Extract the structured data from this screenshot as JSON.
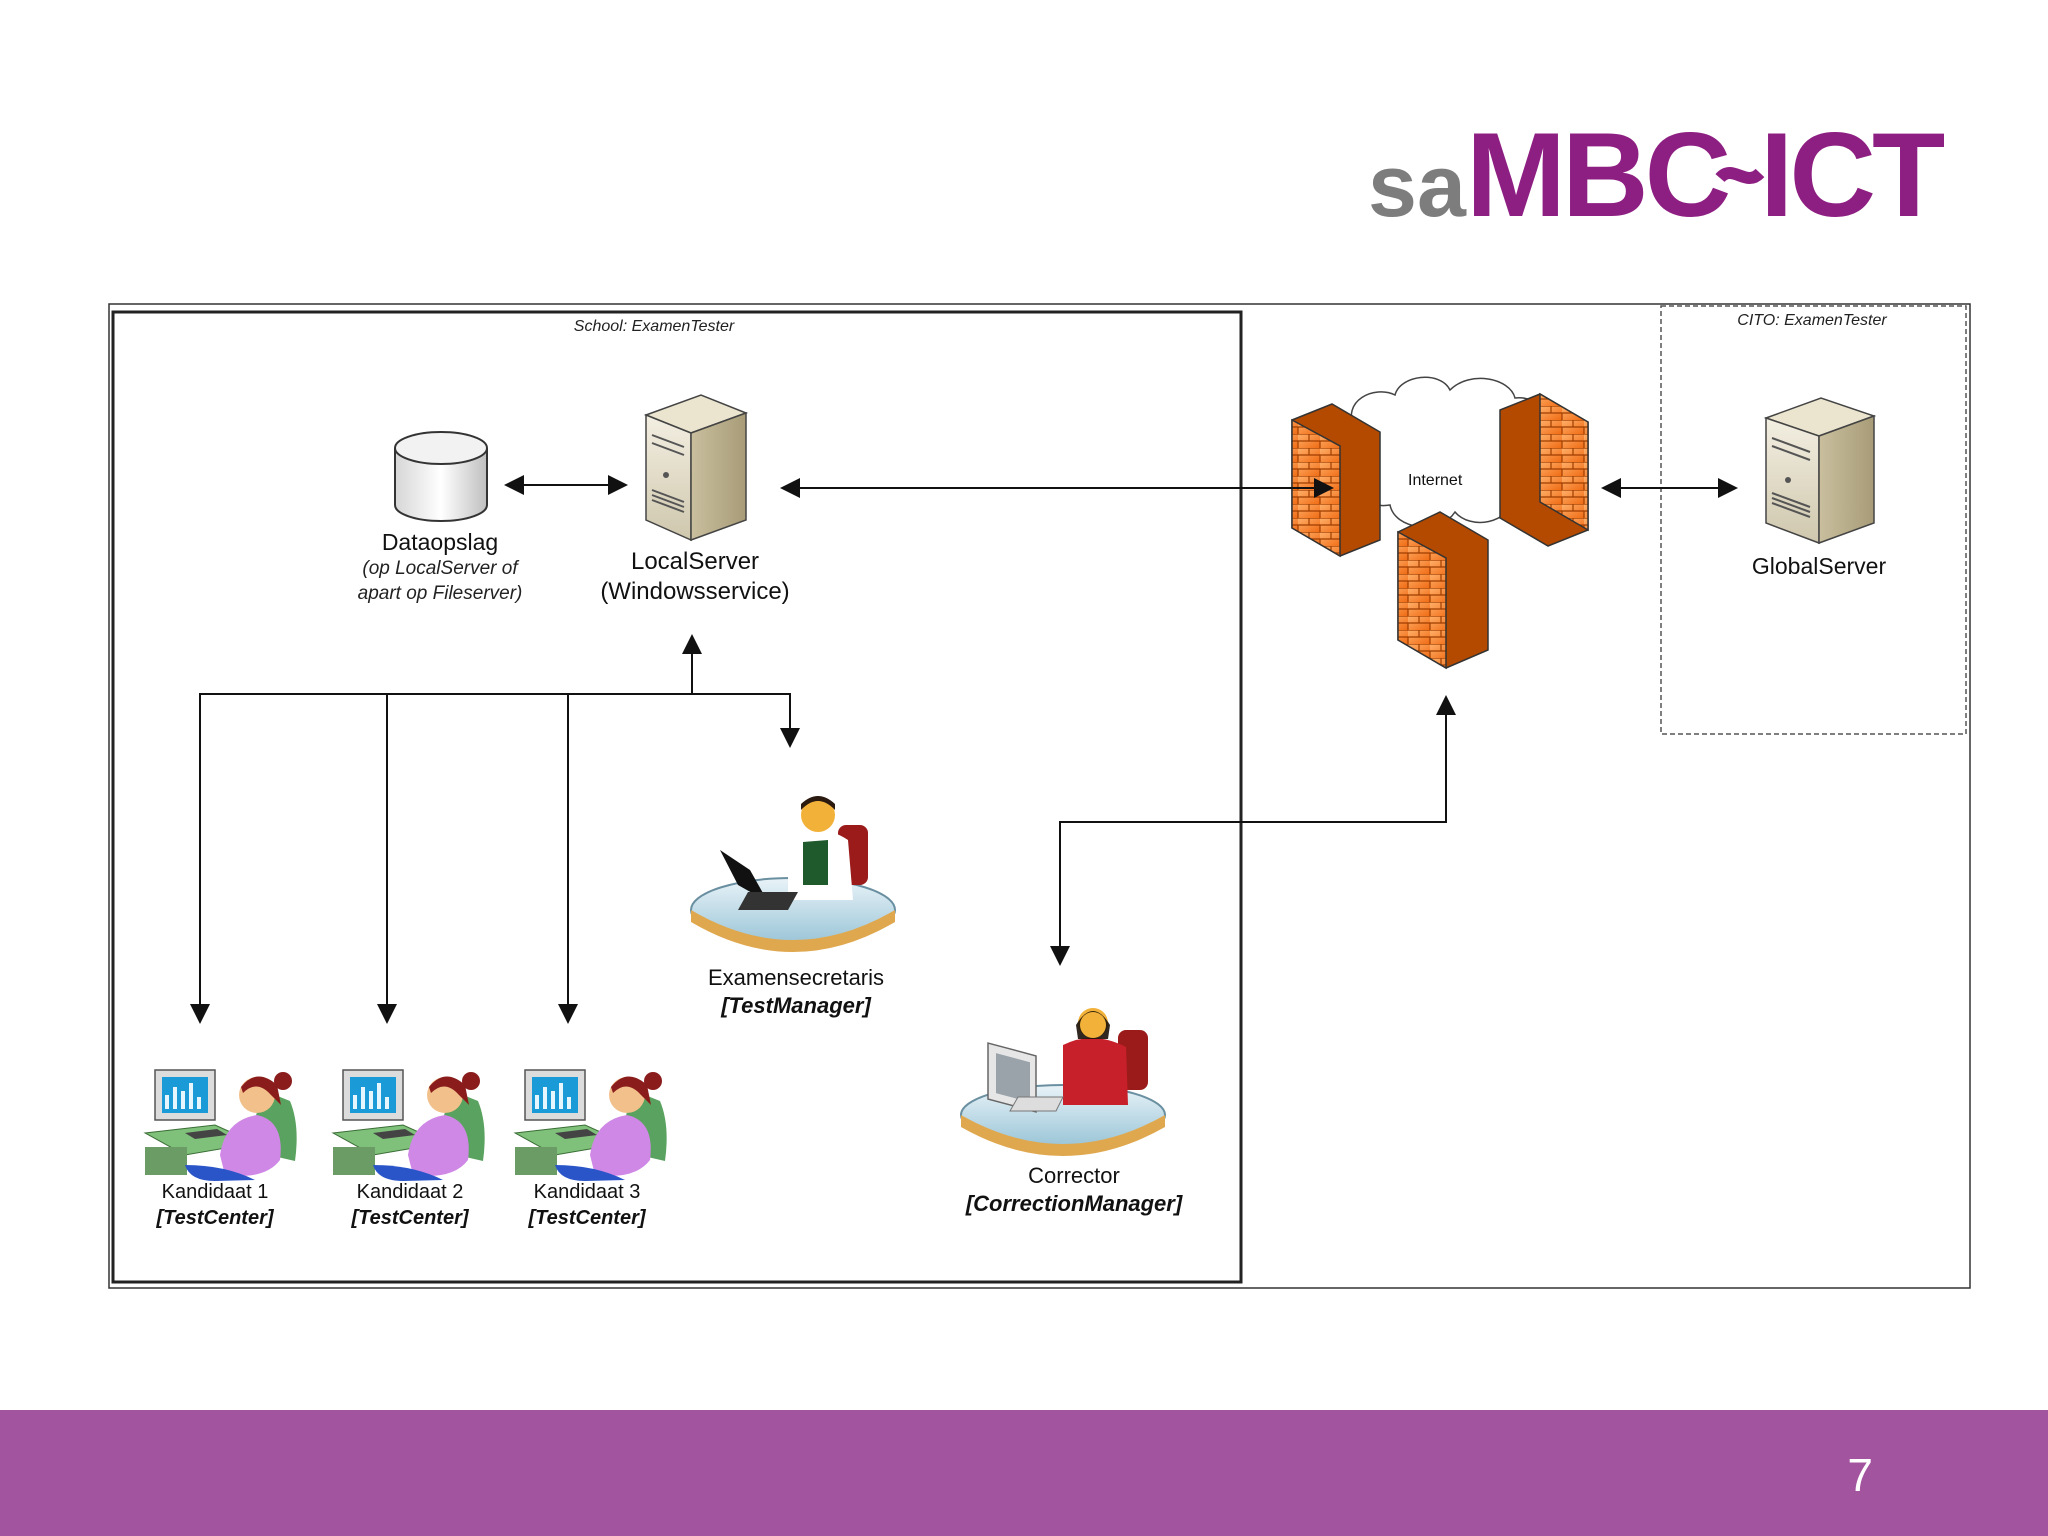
{
  "logo": {
    "prefix": "sa",
    "brand": "MBC",
    "suffix": "ICT",
    "colors": {
      "prefix": "#7d7d7d",
      "brand": "#8e1f82"
    }
  },
  "diagram": {
    "school_box_title": "School: ExamenTester",
    "cito_box_title": "CITO: ExamenTester",
    "dataopslag": {
      "label": "Dataopslag",
      "sub1": "(op LocalServer of",
      "sub2": "apart op Fileserver)"
    },
    "localserver": {
      "label": "LocalServer",
      "sub": "(Windowsservice)"
    },
    "internet": {
      "label": "Internet"
    },
    "globalserver": {
      "label": "GlobalServer"
    },
    "examensecretaris": {
      "label": "Examensecretaris",
      "role": "[TestManager]"
    },
    "corrector": {
      "label": "Corrector",
      "role": "[CorrectionManager]"
    },
    "candidates": [
      {
        "label": "Kandidaat 1",
        "role": "[TestCenter]"
      },
      {
        "label": "Kandidaat 2",
        "role": "[TestCenter]"
      },
      {
        "label": "Kandidaat 3",
        "role": "[TestCenter]"
      }
    ]
  },
  "footer": {
    "page_number": "7",
    "color": "#a3549e"
  }
}
